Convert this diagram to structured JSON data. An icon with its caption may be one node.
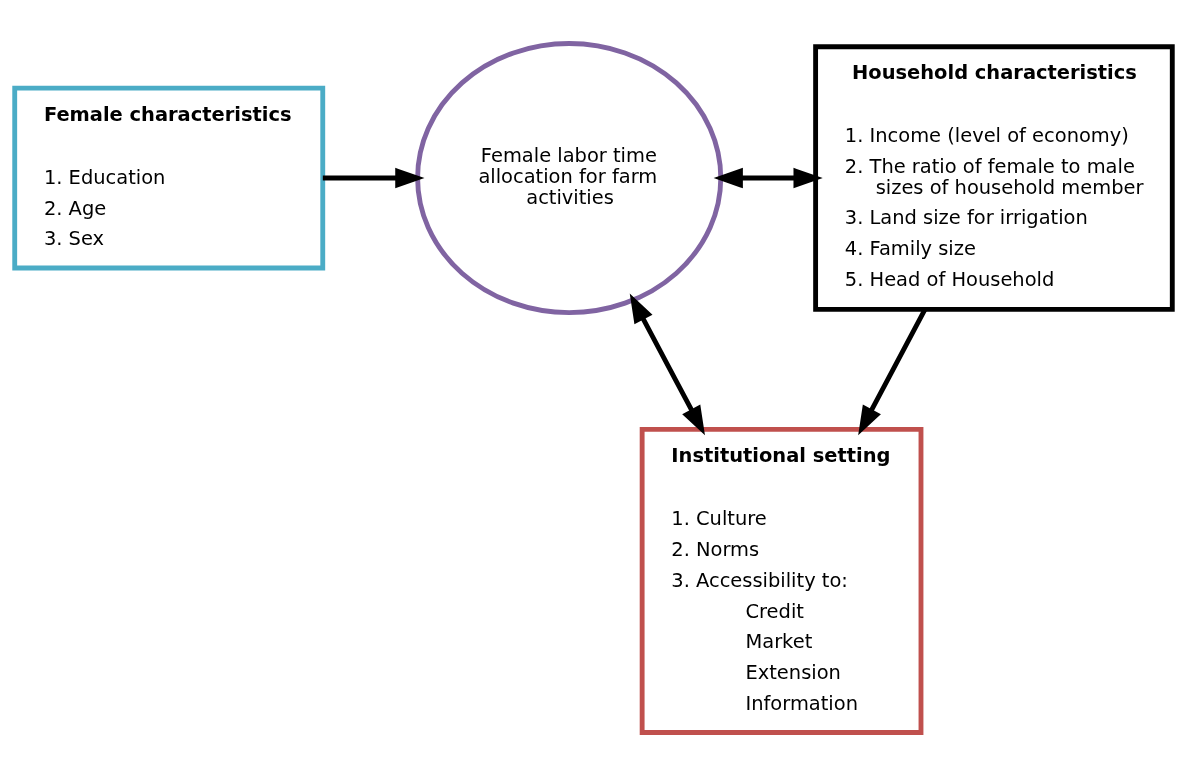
{
  "diagram": {
    "nodes": [
      {
        "text": [
          "Female characteristics",
          "1. Education",
          "2. Age",
          "3. Sex"
        ]
      },
      {
        "text": [
          "Female labor time allocation for farm activities"
        ]
      },
      {
        "text": [
          "Household characteristics",
          "1. Income (level of economy)",
          "2. The ratio of female to male sizes of household member",
          "3. Land size for irrigation",
          "4. Family size",
          "5. Head of Household"
        ]
      },
      {
        "text": [
          "Institutional setting",
          "1. Culture",
          "2. Norms",
          "3. Accessibility to:",
          "Credit",
          "Market",
          "Extension",
          "Information"
        ]
      }
    ],
    "edges": [
      {
        "from": 0,
        "to": 1,
        "arrow": "to"
      },
      {
        "from": 1,
        "to": 2,
        "arrow": "both"
      },
      {
        "from": 1,
        "to": 3,
        "arrow": "both"
      },
      {
        "from": 2,
        "to": 3,
        "arrow": "to"
      }
    ]
  }
}
